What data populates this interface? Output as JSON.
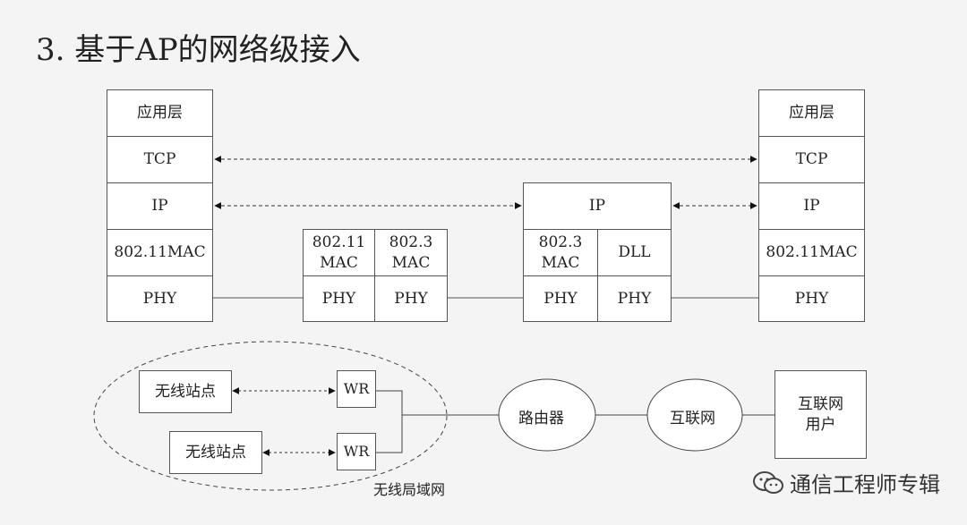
{
  "title": "3. 基于AP的网络级接入",
  "stacks": {
    "left": [
      "应用层",
      "TCP",
      "IP",
      "802.11MAC",
      "PHY"
    ],
    "right": [
      "应用层",
      "TCP",
      "IP",
      "802.11MAC",
      "PHY"
    ],
    "ap": {
      "mac_left": "802.11\nMAC",
      "mac_right": "802.3\nMAC",
      "phy_left": "PHY",
      "phy_right": "PHY"
    },
    "router": {
      "ip": "IP",
      "mac_left": "802.3\nMAC",
      "dll": "DLL",
      "phy_left": "PHY",
      "phy_right": "PHY"
    }
  },
  "topology": {
    "station1": "无线站点",
    "station2": "无线站点",
    "wr1": "WR",
    "wr2": "WR",
    "router": "路由器",
    "internet": "互联网",
    "user": "互联网\n用户",
    "wlan_label": "无线局域网"
  },
  "watermark": "通信工程师专辑"
}
